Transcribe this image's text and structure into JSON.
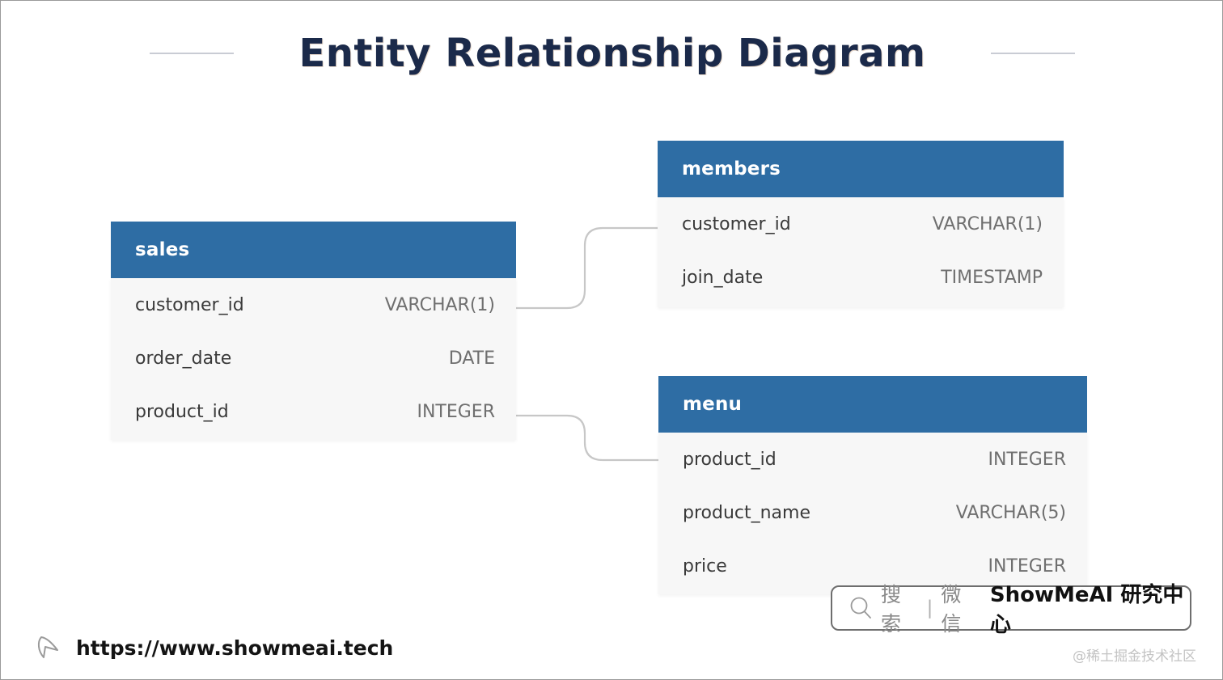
{
  "page": {
    "title": "Entity Relationship Diagram",
    "background_color": "#ffffff",
    "accent_color": "#2e6da4",
    "row_background_color": "#f7f7f7",
    "connector_color": "#c7c7c7"
  },
  "entities": [
    {
      "name": "sales",
      "columns": [
        {
          "name": "customer_id",
          "type": "VARCHAR(1)"
        },
        {
          "name": "order_date",
          "type": "DATE"
        },
        {
          "name": "product_id",
          "type": "INTEGER"
        }
      ]
    },
    {
      "name": "members",
      "columns": [
        {
          "name": "customer_id",
          "type": "VARCHAR(1)"
        },
        {
          "name": "join_date",
          "type": "TIMESTAMP"
        }
      ]
    },
    {
      "name": "menu",
      "columns": [
        {
          "name": "product_id",
          "type": "INTEGER"
        },
        {
          "name": "product_name",
          "type": "VARCHAR(5)"
        },
        {
          "name": "price",
          "type": "INTEGER"
        }
      ]
    }
  ],
  "relationships": [
    {
      "from": "sales.customer_id",
      "to": "members.customer_id"
    },
    {
      "from": "sales.product_id",
      "to": "menu.product_id"
    }
  ],
  "watermark": {
    "search_icon": "search-icon",
    "search_label": "搜索",
    "divider": "|",
    "channel_label": "微信",
    "brand": "ShowMeAI 研究中心"
  },
  "footer": {
    "cursor_icon": "cursor-arrow-icon",
    "url": "https://www.showmeai.tech",
    "credit": "@稀土掘金技术社区"
  }
}
